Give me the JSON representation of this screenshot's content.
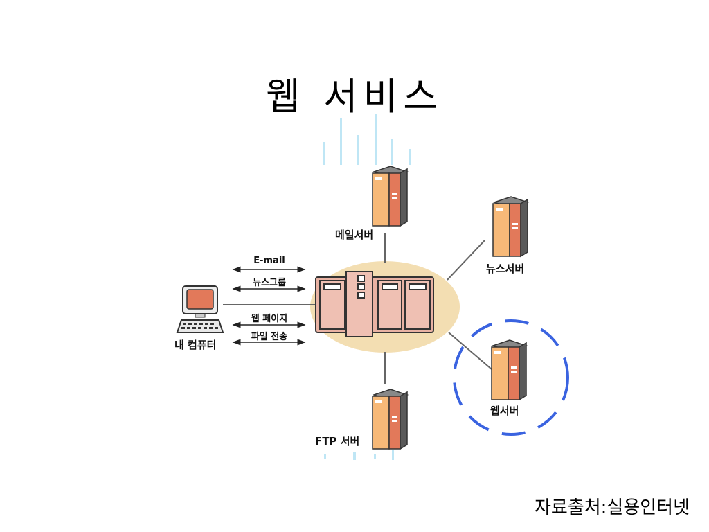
{
  "slide": {
    "title": "웹 서비스",
    "source": "자료출처:실용인터넷"
  },
  "diagram": {
    "nodes": {
      "my_computer": "내 컴퓨터",
      "mail_server": "메일서버",
      "news_server": "뉴스서버",
      "web_server": "웹서버",
      "ftp_server": "FTP 서버"
    },
    "services": [
      "E-mail",
      "뉴스그룹",
      "웹 페이지",
      "파일 전송"
    ],
    "colors": {
      "hub_ellipse": "#f3deb2",
      "server_light": "#f7b978",
      "server_dark": "#e2795a",
      "server_side": "#5a5a5a",
      "hub_panel": "#efc0b3",
      "highlight_circle": "#3a63e0",
      "monitor_screen": "#e2795a"
    }
  }
}
